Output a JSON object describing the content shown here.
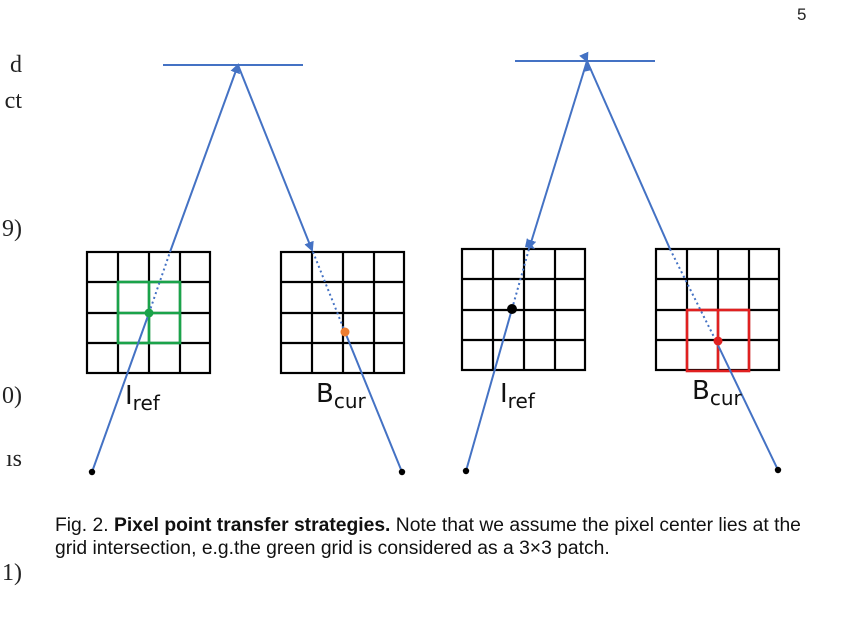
{
  "page_number": "5",
  "margin_fragments": [
    "d",
    "ct",
    "9)",
    "0)",
    "ıs",
    "1)"
  ],
  "figure": {
    "labels": [
      {
        "main": "I",
        "sub": "ref"
      },
      {
        "main": "B",
        "sub": "cur"
      },
      {
        "main": "I",
        "sub": "ref"
      },
      {
        "main": "B",
        "sub": "cur"
      }
    ],
    "colors": {
      "ray": "#4472c4",
      "grid": "#000000",
      "green_patch": "#1aa34a",
      "orange_point": "#ed7d31",
      "red_patch": "#e02020",
      "black_point": "#000000"
    }
  },
  "caption": {
    "prefix": "Fig. 2.",
    "title": "Pixel point transfer strategies.",
    "text": "Note that we assume the pixel center lies at the grid intersection, e.g.the green grid is considered as a 3×3 patch."
  }
}
